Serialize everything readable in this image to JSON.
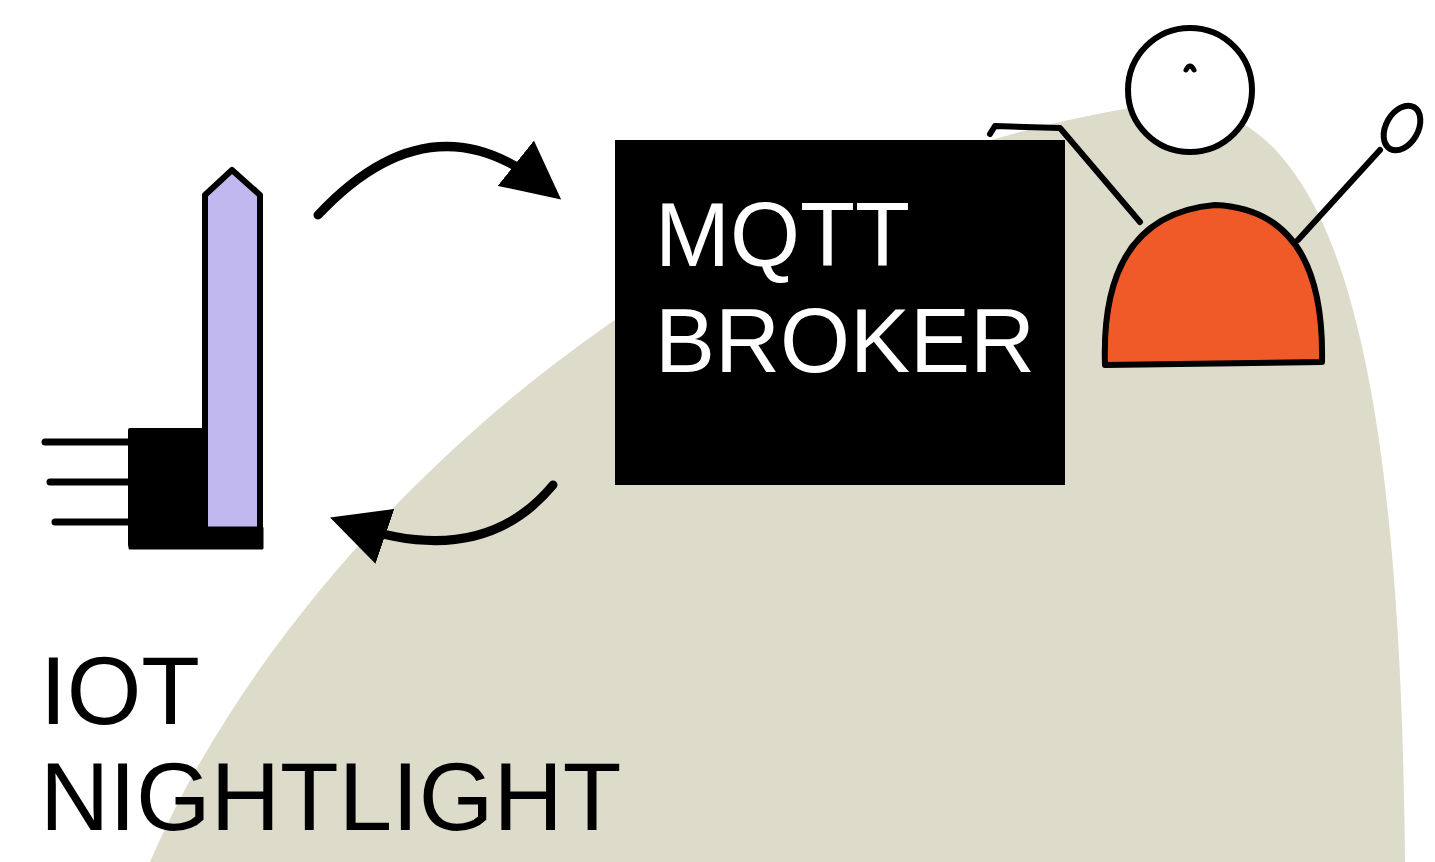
{
  "diagram": {
    "nodes": [
      {
        "text": [
          "IOT NIGHTLIGHT"
        ]
      },
      {
        "text": [
          "MQTT BROKER"
        ]
      }
    ],
    "edges": [
      {
        "from": 0,
        "to": 1,
        "arrow": "to"
      },
      {
        "from": 1,
        "to": 0,
        "arrow": "to"
      }
    ]
  }
}
